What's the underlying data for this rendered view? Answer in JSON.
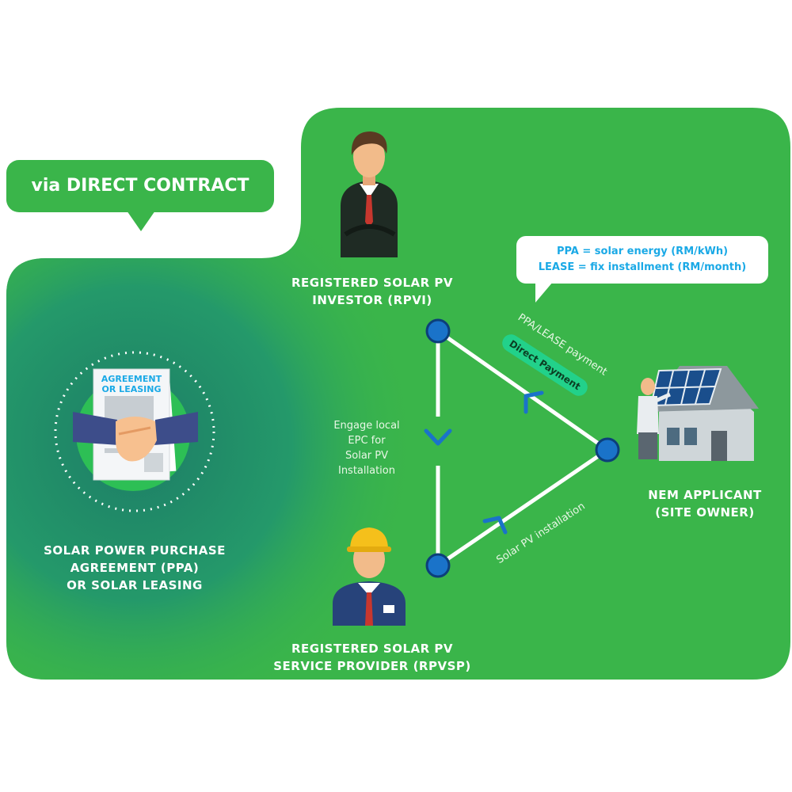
{
  "title_tag": "via DIRECT CONTRACT",
  "agreement_card": {
    "line1": "AGREEMENT",
    "line2": "OR LEASING"
  },
  "ppa_caption": {
    "line1": "SOLAR POWER PURCHASE",
    "line2": "AGREEMENT (PPA)",
    "line3": "OR SOLAR LEASING"
  },
  "investor": {
    "line1": "REGISTERED SOLAR PV",
    "line2": "INVESTOR (RPVI)"
  },
  "service_provider": {
    "line1": "REGISTERED SOLAR PV",
    "line2": "SERVICE PROVIDER (RPVSP)"
  },
  "applicant": {
    "line1": "NEM APPLICANT",
    "line2": "(SITE OWNER)"
  },
  "engage_text": {
    "line1": "Engage local",
    "line2": "EPC for",
    "line3": "Solar PV",
    "line4": "Installation"
  },
  "payment_label": "PPA/LEASE payment",
  "direct_payment": "Direct Payment",
  "installation_label": "Solar PV installation",
  "bubble": {
    "line1": "PPA = solar energy (RM/kWh)",
    "line2": "LEASE = fix installment (RM/month)"
  },
  "colors": {
    "panel_green": "#3ab54a",
    "panel_dark": "#1e8c63",
    "node_blue": "#1a73c9",
    "bubble_text": "#1aa9e6",
    "pill_green": "#22d18a"
  }
}
